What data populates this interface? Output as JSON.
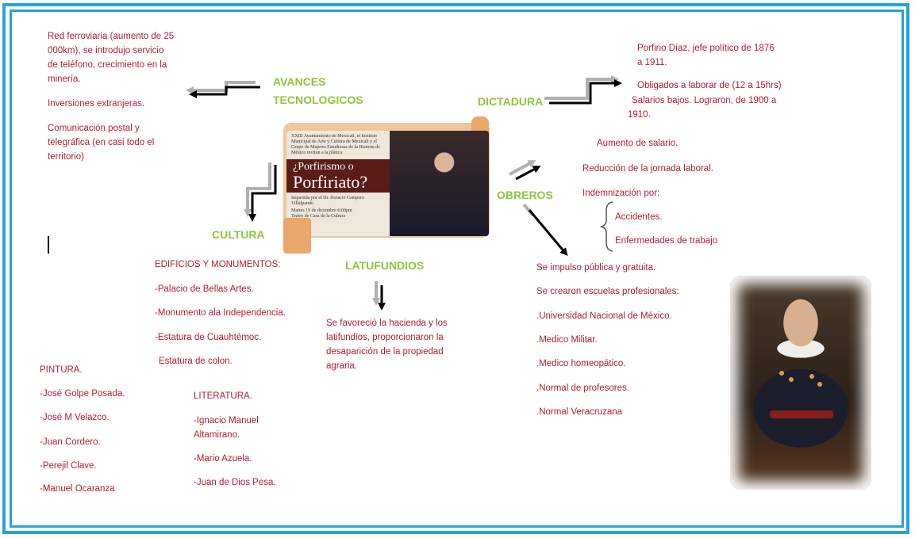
{
  "center": {
    "poster": {
      "small_text": "XXIII Ayuntamiento de Mexicali, el Instituto Municipal de Arte y Cultura de Mexicali y el Grupo de Mujeres Estudiosas de la Historia de México invitan a la plática",
      "title_line1": "¿Porfirismo o",
      "title_line2": "Porfiriato?",
      "speaker": "Impartida por el Dr. Horacio Campero Villalpando",
      "date": "Martes 19 de diciembre 6:00pm Teatro de Casa de la Cultura"
    }
  },
  "avances": {
    "heading_line1": "AVANCES",
    "heading_line2": "TECNOLOGICOS",
    "items": [
      "Red ferroviaria (aumento de 25 000km), se introdujo servicio de teléfono, crecimiento en la minería.",
      "Inversiones extranjeras.",
      "Comunicación postal y telegráfica (en casi todo el territorio)"
    ]
  },
  "dictadura": {
    "heading": "DICTADURA",
    "line1": "Porfirio Díaz, jefe político de 1876",
    "line2": "a 1911.",
    "line3": "Obligados a laborar de (12 a 15hrs)",
    "line4": "Salarios bajos.  Lograron, de 1900 a",
    "line5": "1910."
  },
  "obreros": {
    "heading": "OBREROS",
    "items": [
      "Aumento de salario.",
      "Reducción de  la jornada laboral.",
      "Indemnización por:"
    ],
    "sub_items": [
      "Accidentes.",
      "Enfermedades de trabajo"
    ],
    "education": [
      "Se impulso pública y gratuita.",
      "Se crearon  escuelas profesionales:",
      ".Universidad Nacional  de México.",
      ".Medico Militar.",
      ".Medico  homeopático.",
      ".Normal de profesores.",
      ".Normal  Veracruzana"
    ]
  },
  "cultura": {
    "heading": "CULTURA",
    "monumentos": [
      "EDIFICIOS Y MONUMENTOS:",
      "-Palacio de Bellas Artes.",
      "-Monumento ala  Independencia.",
      "-Estatura de Cuauhtémoc.",
      "Estatura de colon."
    ],
    "pintura": [
      "PINTURA.",
      "-José Golpe Posada.",
      "-José M  Velazco.",
      "-Juan Cordero.",
      "-Perejil  Clave.",
      "-Manuel  Ocaranza"
    ],
    "literatura": [
      "LITERATURA.",
      "-Ignacio Manuel Altamirano.",
      "-Mario Azuela.",
      "-Juan de Dios Pesa."
    ]
  },
  "latufundios": {
    "heading": "LATUFUNDIOS",
    "text": "Se  favoreció la hacienda y los latifundios, proporcionaron la desaparición de la propiedad agraria."
  },
  "colors": {
    "frame": "#29a3d6",
    "heading": "#8dc63f",
    "text": "#b3202a"
  }
}
